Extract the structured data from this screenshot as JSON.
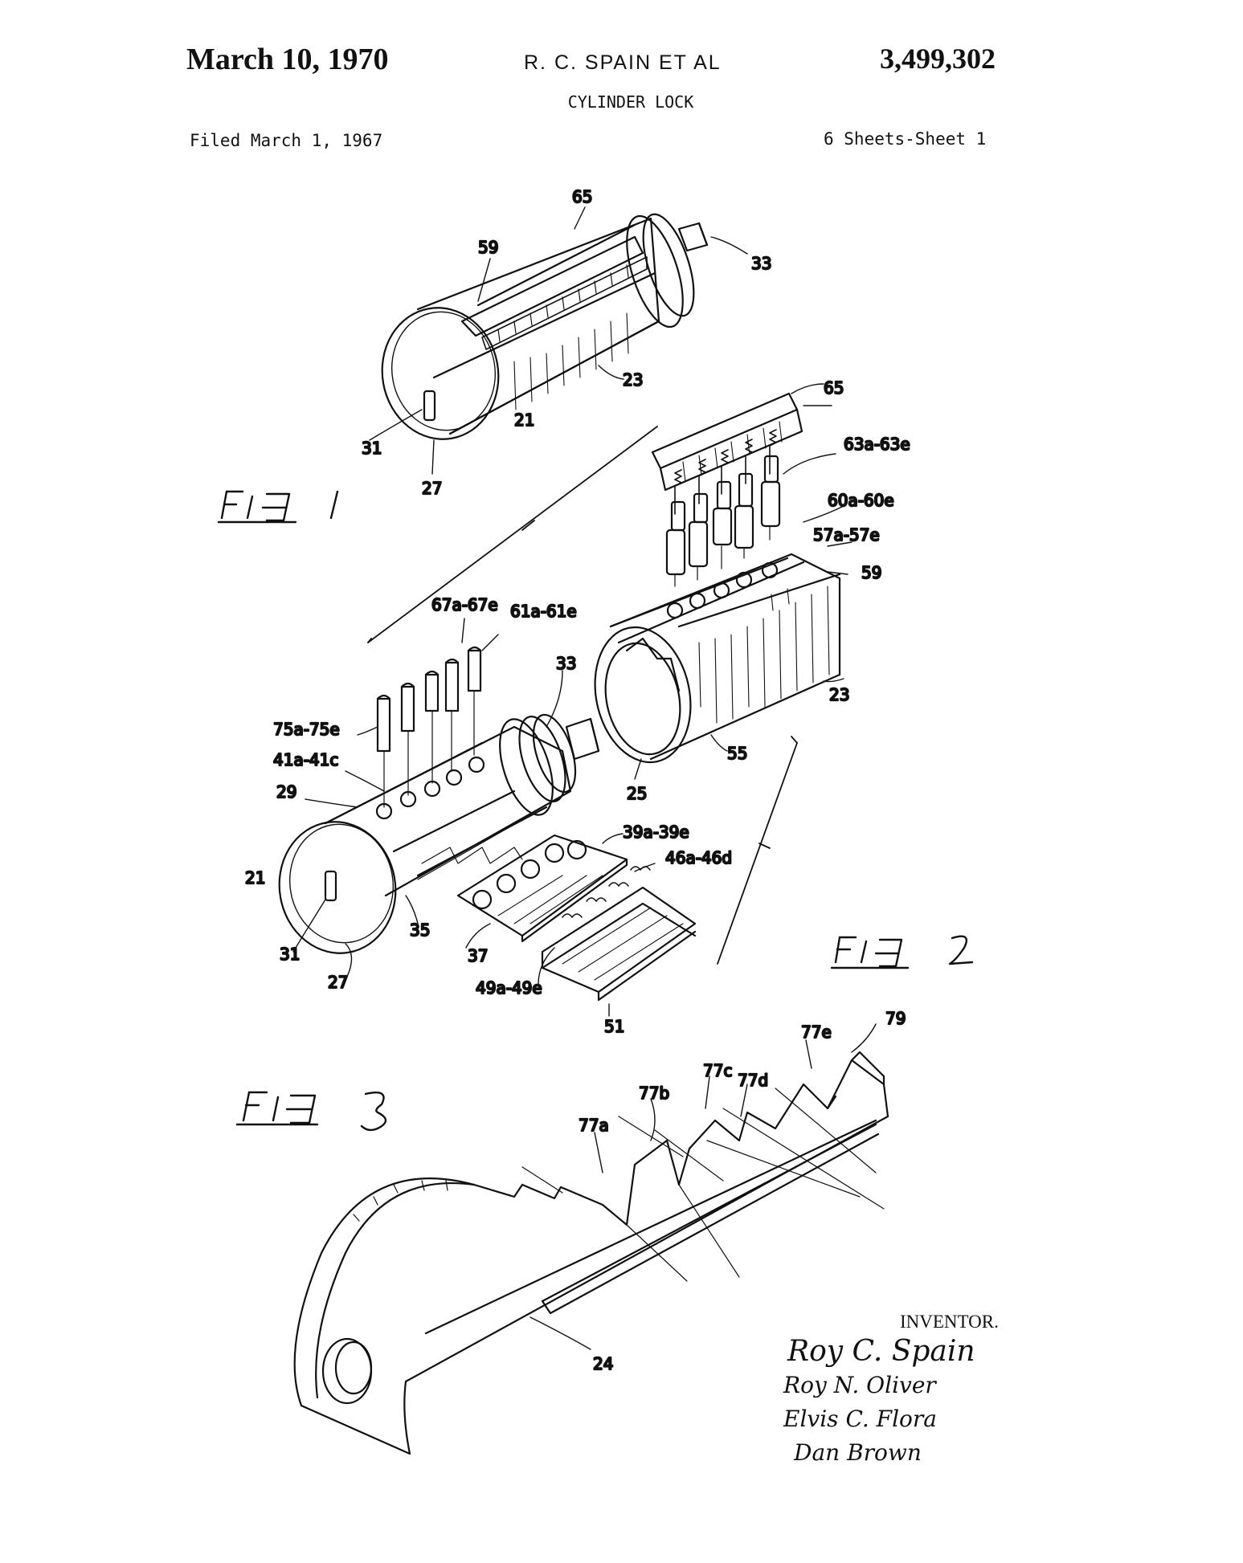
{
  "header": {
    "date": "March 10, 1970",
    "inventors": "R. C. SPAIN ET AL",
    "patent_number": "3,499,302",
    "title": "CYLINDER LOCK",
    "filed": "Filed March 1, 1967",
    "sheets": "6 Sheets-Sheet 1"
  },
  "figures": {
    "fig1": "Fig 1",
    "fig2": "Fig 2",
    "fig3": "Fig 3"
  },
  "labels": {
    "fig1": {
      "l65": "65",
      "l59": "59",
      "l33": "33",
      "l23": "23",
      "l21": "21",
      "l31": "31",
      "l27": "27"
    },
    "fig2": {
      "l65": "65",
      "l63": "63a-63e",
      "l60": "60a-60e",
      "l57": "57a-57e",
      "l59": "59",
      "l67": "67a-67e",
      "l61": "61a-61e",
      "l33": "33",
      "l23": "23",
      "l75": "75a-75e",
      "l41": "41a-41c",
      "l29": "29",
      "l55": "55",
      "l25": "25",
      "l39": "39a-39e",
      "l46": "46a-46d",
      "l21": "21",
      "l35": "35",
      "l31": "31",
      "l27": "27",
      "l37": "37",
      "l49": "49a-49e",
      "l51": "51"
    },
    "fig3": {
      "l77e": "77e",
      "l79": "79",
      "l77c": "77c",
      "l77d": "77d",
      "l77b": "77b",
      "l77a": "77a",
      "l24": "24"
    }
  },
  "inventor": {
    "label": "INVENTOR.",
    "signatures": [
      "Roy C. Spain",
      "Roy N. Oliver",
      "Elvis C. Flora",
      "Dan Brown"
    ]
  }
}
